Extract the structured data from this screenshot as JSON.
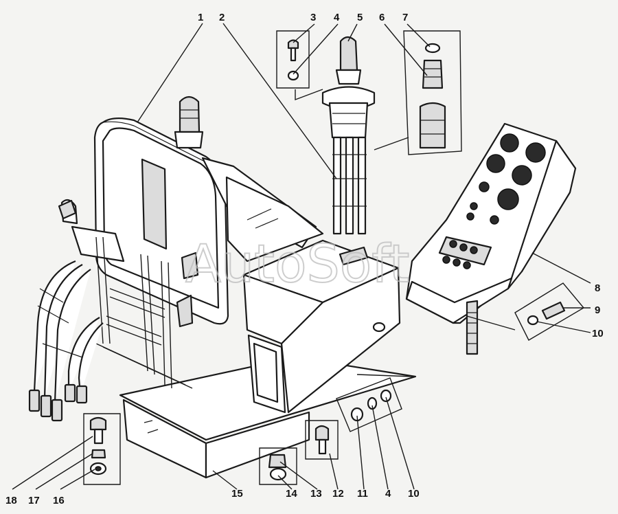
{
  "watermark": "AutoSoft",
  "callouts": [
    {
      "id": "c1",
      "text": "1"
    },
    {
      "id": "c2",
      "text": "2"
    },
    {
      "id": "c3",
      "text": "3"
    },
    {
      "id": "c4a",
      "text": "4"
    },
    {
      "id": "c5",
      "text": "5"
    },
    {
      "id": "c6",
      "text": "6"
    },
    {
      "id": "c7",
      "text": "7"
    },
    {
      "id": "c8",
      "text": "8"
    },
    {
      "id": "c9",
      "text": "9"
    },
    {
      "id": "c10a",
      "text": "10"
    },
    {
      "id": "c18",
      "text": "18"
    },
    {
      "id": "c17",
      "text": "17"
    },
    {
      "id": "c16",
      "text": "16"
    },
    {
      "id": "c15",
      "text": "15"
    },
    {
      "id": "c14",
      "text": "14"
    },
    {
      "id": "c13",
      "text": "13"
    },
    {
      "id": "c12",
      "text": "12"
    },
    {
      "id": "c11",
      "text": "11"
    },
    {
      "id": "c4b",
      "text": "4"
    },
    {
      "id": "c10b",
      "text": "10"
    }
  ]
}
